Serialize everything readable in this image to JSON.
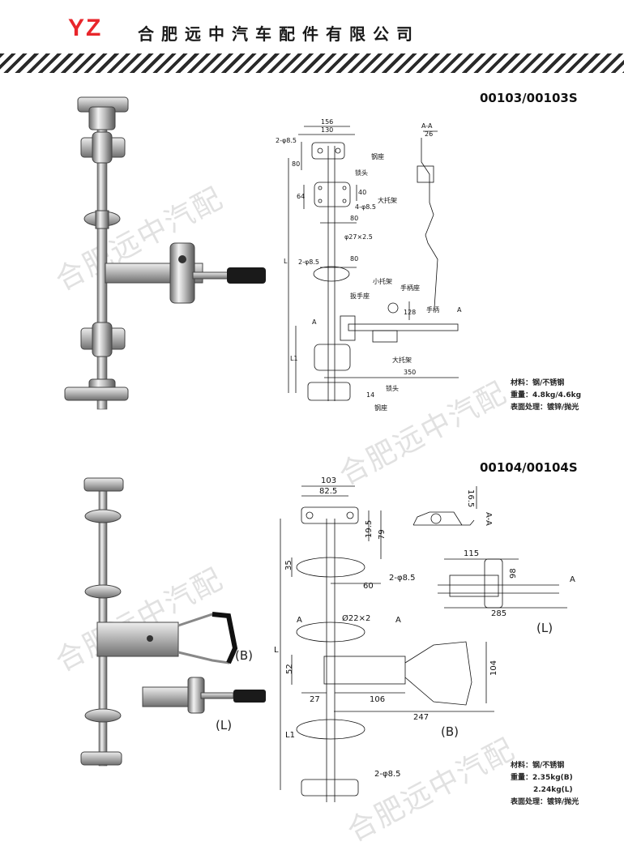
{
  "header": {
    "logo": "YZ",
    "company": "合肥远中汽车配件有限公司"
  },
  "watermark": "合肥远中汽配",
  "products": [
    {
      "model": "00103/00103S",
      "specs": [
        "材料：钢/不锈钢",
        "重量：4.8kg/4.6kg",
        "表面处理：镀锌/抛光"
      ],
      "dims": {
        "d156": "156",
        "d130": "130",
        "h2phi": "2-φ8.5",
        "d80a": "80",
        "d64": "64",
        "d40": "40",
        "h4phi": "4-φ8.5",
        "d80b": "80",
        "pipe": "φ27×2.5",
        "h2phi_b": "2-φ8.5",
        "d80c": "80",
        "L": "L",
        "d128": "128",
        "A": "A",
        "L1": "L1",
        "d350": "350",
        "d14": "14",
        "d26": "26"
      },
      "labels": {
        "gangzuo": "钢座",
        "suotou": "锁头",
        "datuojia": "大托架",
        "xiaotuojia": "小托架",
        "shoubingzuo": "手柄座",
        "banshouzuo": "扳手座",
        "shoubing": "手柄",
        "datuojia2": "大托架",
        "suotou2": "锁头",
        "gangzuo2": "钢座",
        "section": "A-A"
      }
    },
    {
      "model": "00104/00104S",
      "specs": [
        "材料：钢/不锈钢",
        "重量：2.35kg(B)",
        "2.24kg(L)",
        "表面处理：镀锌/抛光"
      ],
      "dims": {
        "d103": "103",
        "d825": "82.5",
        "d195": "19.5",
        "d79": "79",
        "d35": "35",
        "d60": "60",
        "h2phi": "2-φ8.5",
        "pipe": "Ø22×2",
        "A": "A",
        "L": "L",
        "d52": "52",
        "d27": "27",
        "d106": "106",
        "d104": "104",
        "d247": "247",
        "L1": "L1",
        "h2phi_b": "2-φ8.5",
        "d165": "16.5",
        "d115": "115",
        "d98": "98",
        "d285": "285",
        "section": "A-A"
      },
      "variants": {
        "B": "(B)",
        "L": "(L)",
        "B2": "(B)",
        "L2": "(L)"
      }
    }
  ]
}
